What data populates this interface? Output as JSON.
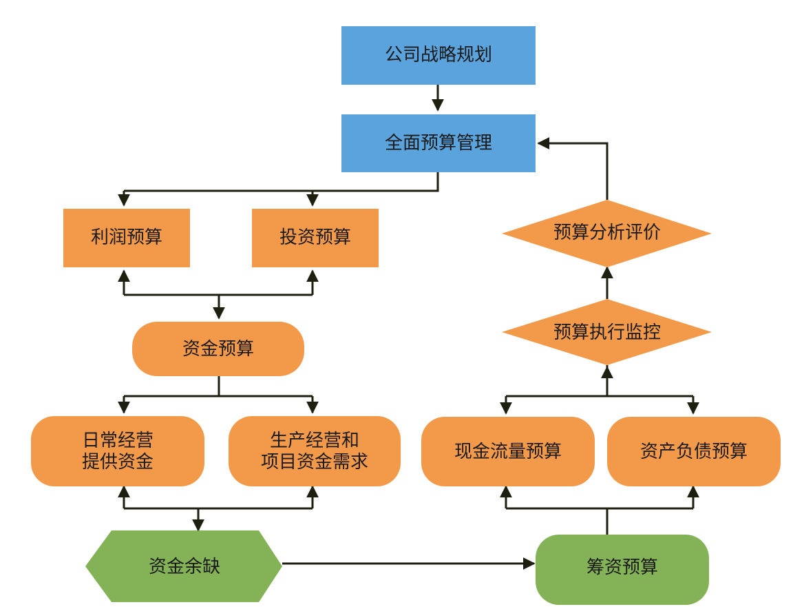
{
  "colors": {
    "blue": "#5ba3dc",
    "orange": "#f39a4a",
    "green": "#84b256",
    "connector": "#1f1f10",
    "text": "#1a1a1a"
  },
  "nodes": {
    "strategy": "公司战略规划",
    "comprehensive_budget": "全面预算管理",
    "profit_budget": "利润预算",
    "investment_budget": "投资预算",
    "fund_budget": "资金预算",
    "daily_ops": [
      "日常经营",
      "提供资金"
    ],
    "production_ops": [
      "生产经营和",
      "项目资金需求"
    ],
    "fund_gap": "资金余缺",
    "financing_budget": "筹资预算",
    "cashflow_budget": "现金流量预算",
    "balance_budget": "资产负债预算",
    "execution_monitor": "预算执行监控",
    "analysis_eval": "预算分析评价"
  }
}
